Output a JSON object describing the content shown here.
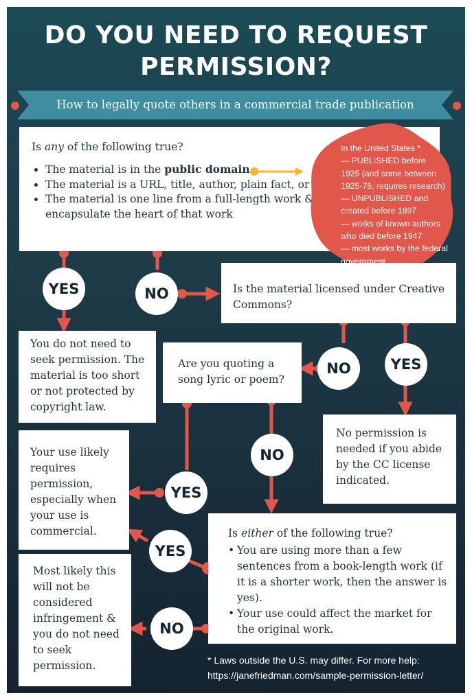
{
  "title": {
    "line1": "DO YOU NEED TO REQUEST",
    "line2": "PERMISSION?"
  },
  "subtitle": "How to legally quote others in a commercial trade publication",
  "colors": {
    "background": "#1e3c49",
    "accent_red": "#e2574c",
    "accent_yellow": "#f5b530",
    "ribbon": "#3e8da0",
    "text_dark": "#1e3440"
  },
  "box_any": {
    "question_pre": "Is ",
    "question_em": "any",
    "question_post": " of the following true?",
    "item1_pre": "The material is in the ",
    "item1_bold": "public domain",
    "item2": "The material is a URL, title, author, plain fact, or very short phrase",
    "item3": "The material is one line from a full-length work & does not encapsulate the heart of that work"
  },
  "public_domain_note": {
    "line1": "In the United States *",
    "line2": "— PUBLISHED before",
    "line3": "1925 (and some between",
    "line4": "1925-78, requires research)",
    "line5": "— UNPUBLISHED and",
    "line6": "created before 1897",
    "line7": "— works of known authors",
    "line8": "who died before 1947",
    "line9": "— most works by the federal",
    "line10": "government"
  },
  "creative_commons_question": "Is the material licensed under Creative Commons?",
  "no_permission_short": "You do not need to seek permission. The material is too short or not protected by copyright law.",
  "lyric_question": "Are you quoting a song lyric or poem?",
  "cc_result": "No permission is needed if you abide by the CC license indicated.",
  "likely_requires": "Your use likely requires permission, especially when your use is commercial.",
  "box_either": {
    "question_pre": "Is ",
    "question_em": "either",
    "question_post": " of the following true?",
    "item1": "You are using more than a few sentences from a book-length work (if it is a shorter work, then the answer is yes).",
    "item2": "Your use could affect the market for the original work."
  },
  "not_infringement": "Most likely this will not be considered infringement & you do not need to seek permission.",
  "answers": {
    "yes": "YES",
    "no": "NO"
  },
  "footnote": {
    "line1": "* Laws outside the U.S. may differ. For more help:",
    "line2": "https://janefriedman.com/sample-permission-letter/"
  }
}
